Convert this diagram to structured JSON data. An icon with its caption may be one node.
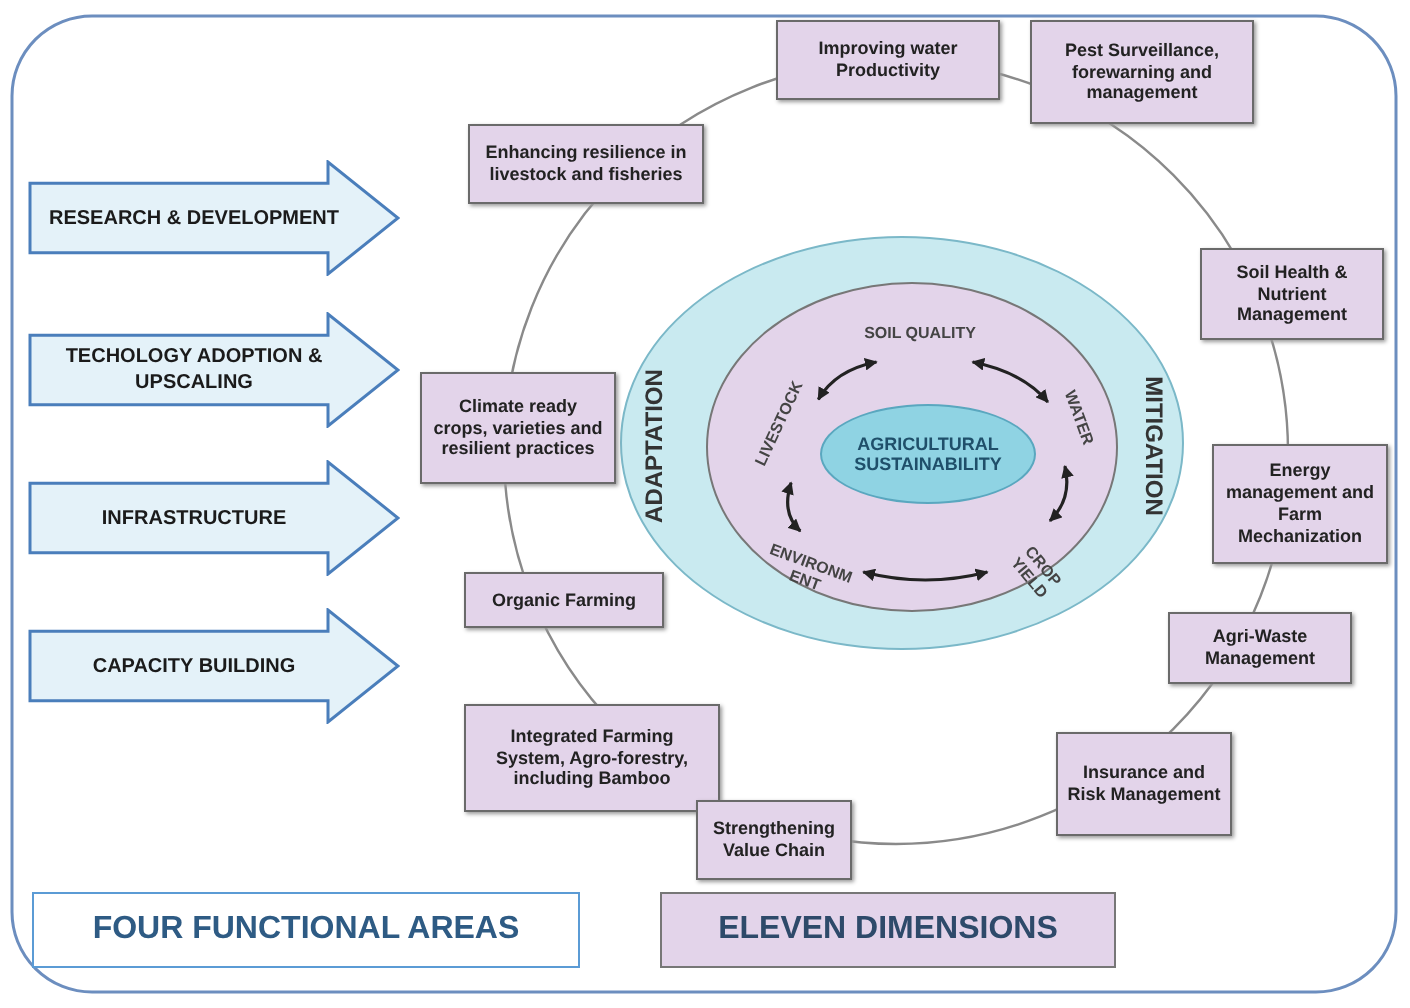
{
  "diagram": {
    "nodes": [
      {
        "text": [
          "ADAPTATION",
          "MITIGATION"
        ]
      },
      {
        "text": [],
        "shape": "circle",
        "in": 0
      },
      {
        "text": [
          "AGRICULTURAL SUSTAINABILITY"
        ],
        "in": 1
      },
      {
        "text": [
          "SOIL QUALITY"
        ],
        "in": 1
      },
      {
        "text": [
          "WATER"
        ],
        "in": 1
      },
      {
        "text": [
          "CROP YIELD"
        ],
        "in": 1
      },
      {
        "text": [
          "ENVIRONM ENT"
        ],
        "in": 1
      },
      {
        "text": [
          "LIVESTOCK"
        ],
        "in": 1
      },
      {
        "text": [
          "Improving water Productivity"
        ]
      },
      {
        "text": [
          "Pest Surveillance, forewarning and management"
        ]
      },
      {
        "text": [
          "Enhancing resilience in livestock and fisheries"
        ]
      },
      {
        "text": [
          "Soil Health & Nutrient Management"
        ]
      },
      {
        "text": [
          "Climate ready crops, varieties and resilient practices"
        ]
      },
      {
        "text": [
          "Energy management and Farm Mechanization"
        ]
      },
      {
        "text": [
          "Organic Farming"
        ]
      },
      {
        "text": [
          "Agri-Waste Management"
        ]
      },
      {
        "text": [
          "Integrated Farming System, Agro-forestry, including Bamboo"
        ]
      },
      {
        "text": [
          "Insurance and Risk Management"
        ]
      },
      {
        "text": [
          "Strengthening Value Chain"
        ]
      },
      {
        "text": [
          "RESEARCH & DEVELOPMENT"
        ]
      },
      {
        "text": [
          "TECHOLOGY ADOPTION & UPSCALING"
        ]
      },
      {
        "text": [
          "INFRASTRUCTURE"
        ]
      },
      {
        "text": [
          "CAPACITY BUILDING"
        ]
      },
      {
        "text": [
          "FOUR FUNCTIONAL AREAS"
        ]
      },
      {
        "text": [
          "ELEVEN DIMENSIONS"
        ]
      }
    ],
    "edges": [
      {
        "from": 3,
        "to": 4,
        "arrow": "both"
      },
      {
        "from": 4,
        "to": 5,
        "arrow": "both"
      },
      {
        "from": 5,
        "to": 6,
        "arrow": "both"
      },
      {
        "from": 6,
        "to": 7,
        "arrow": "both"
      },
      {
        "from": 7,
        "to": 3,
        "arrow": "both"
      }
    ]
  }
}
